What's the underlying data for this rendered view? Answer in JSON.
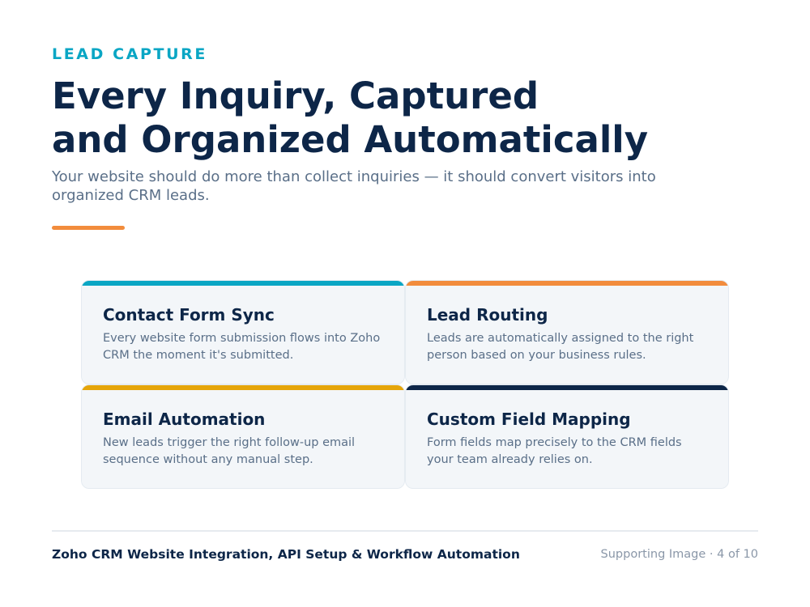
{
  "header": {
    "eyebrow": "LEAD CAPTURE",
    "title_line1": "Every Inquiry, Captured",
    "title_line2": "and Organized Automatically",
    "subtitle": "Your website should do more than collect inquiries — it should convert visitors into organized CRM leads."
  },
  "colors": {
    "eyebrow": "#0aa6c4",
    "title": "#0d2648",
    "accent_rule": "#f28c3c"
  },
  "cards": [
    {
      "title": "Contact Form Sync",
      "description": "Every website form submission flows into Zoho CRM the moment it's submitted.",
      "accent": "#0aa6c4"
    },
    {
      "title": "Lead Routing",
      "description": "Leads are automatically assigned to the right person based on your business rules.",
      "accent": "#f28c3c"
    },
    {
      "title": "Email Automation",
      "description": "New leads trigger the right follow-up email sequence without any manual step.",
      "accent": "#e5a50a"
    },
    {
      "title": "Custom Field Mapping",
      "description": "Form fields map precisely to the CRM fields your team already relies on.",
      "accent": "#0d2648"
    }
  ],
  "footer": {
    "left": "Zoho CRM Website Integration, API Setup & Workflow Automation",
    "right": "Supporting Image · 4 of 10"
  }
}
